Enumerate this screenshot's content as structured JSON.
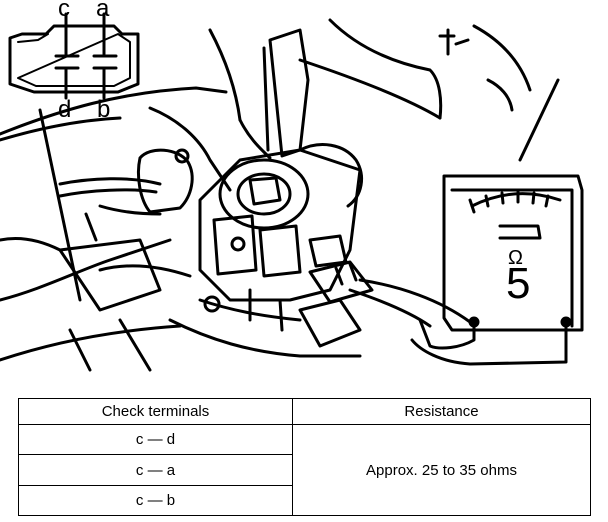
{
  "connector": {
    "terminals": [
      "c",
      "a",
      "d",
      "b"
    ]
  },
  "meter": {
    "unit_symbol": "Ω",
    "needle_value": "5"
  },
  "table": {
    "headers": [
      "Check terminals",
      "Resistance"
    ],
    "rows": [
      {
        "terminals": "c — d"
      },
      {
        "terminals": "c — a"
      },
      {
        "terminals": "c — b"
      }
    ],
    "resistance": "Approx. 25 to 35 ohms"
  }
}
